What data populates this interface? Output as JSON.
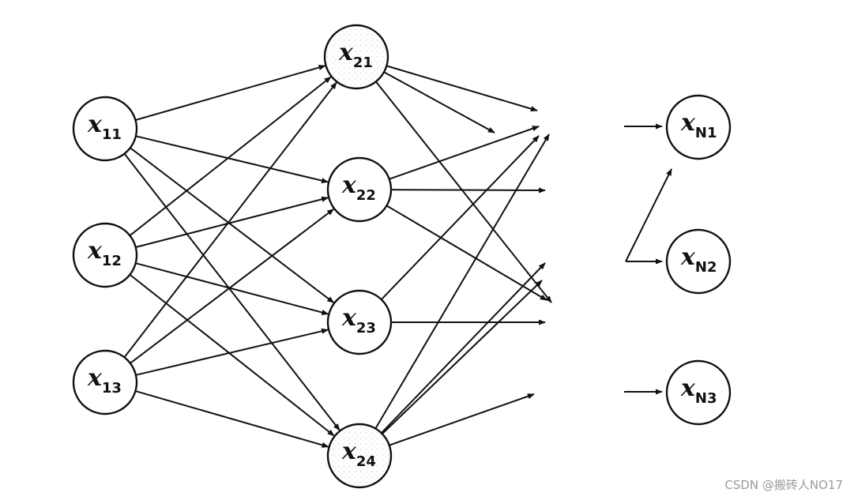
{
  "nodes": [
    {
      "id": "x11",
      "var": "x",
      "sub": "11",
      "layer": 1,
      "shaded": false
    },
    {
      "id": "x12",
      "var": "x",
      "sub": "12",
      "layer": 1,
      "shaded": false
    },
    {
      "id": "x13",
      "var": "x",
      "sub": "13",
      "layer": 1,
      "shaded": false
    },
    {
      "id": "x21",
      "var": "x",
      "sub": "21",
      "layer": 2,
      "shaded": true
    },
    {
      "id": "x22",
      "var": "x",
      "sub": "22",
      "layer": 2,
      "shaded": false
    },
    {
      "id": "x23",
      "var": "x",
      "sub": "23",
      "layer": 2,
      "shaded": false
    },
    {
      "id": "x24",
      "var": "x",
      "sub": "24",
      "layer": 2,
      "shaded": true
    },
    {
      "id": "xN1",
      "var": "x",
      "sub": "N1",
      "layer": "N",
      "shaded": false
    },
    {
      "id": "xN2",
      "var": "x",
      "sub": "N2",
      "layer": "N",
      "shaded": false
    },
    {
      "id": "xN3",
      "var": "x",
      "sub": "N3",
      "layer": "N",
      "shaded": false
    }
  ],
  "connections": [
    {
      "from": "x11",
      "to": "x21"
    },
    {
      "from": "x11",
      "to": "x22"
    },
    {
      "from": "x11",
      "to": "x23"
    },
    {
      "from": "x11",
      "to": "x24"
    },
    {
      "from": "x12",
      "to": "x21"
    },
    {
      "from": "x12",
      "to": "x22"
    },
    {
      "from": "x12",
      "to": "x23"
    },
    {
      "from": "x12",
      "to": "x24"
    },
    {
      "from": "x13",
      "to": "x21"
    },
    {
      "from": "x13",
      "to": "x22"
    },
    {
      "from": "x13",
      "to": "x23"
    },
    {
      "from": "x13",
      "to": "x24"
    }
  ],
  "colors": {
    "line": "#111111",
    "node_fill": "#ffffff",
    "watermark": "#9a9a9a"
  },
  "watermark": "CSDN @搬砖人NO17"
}
